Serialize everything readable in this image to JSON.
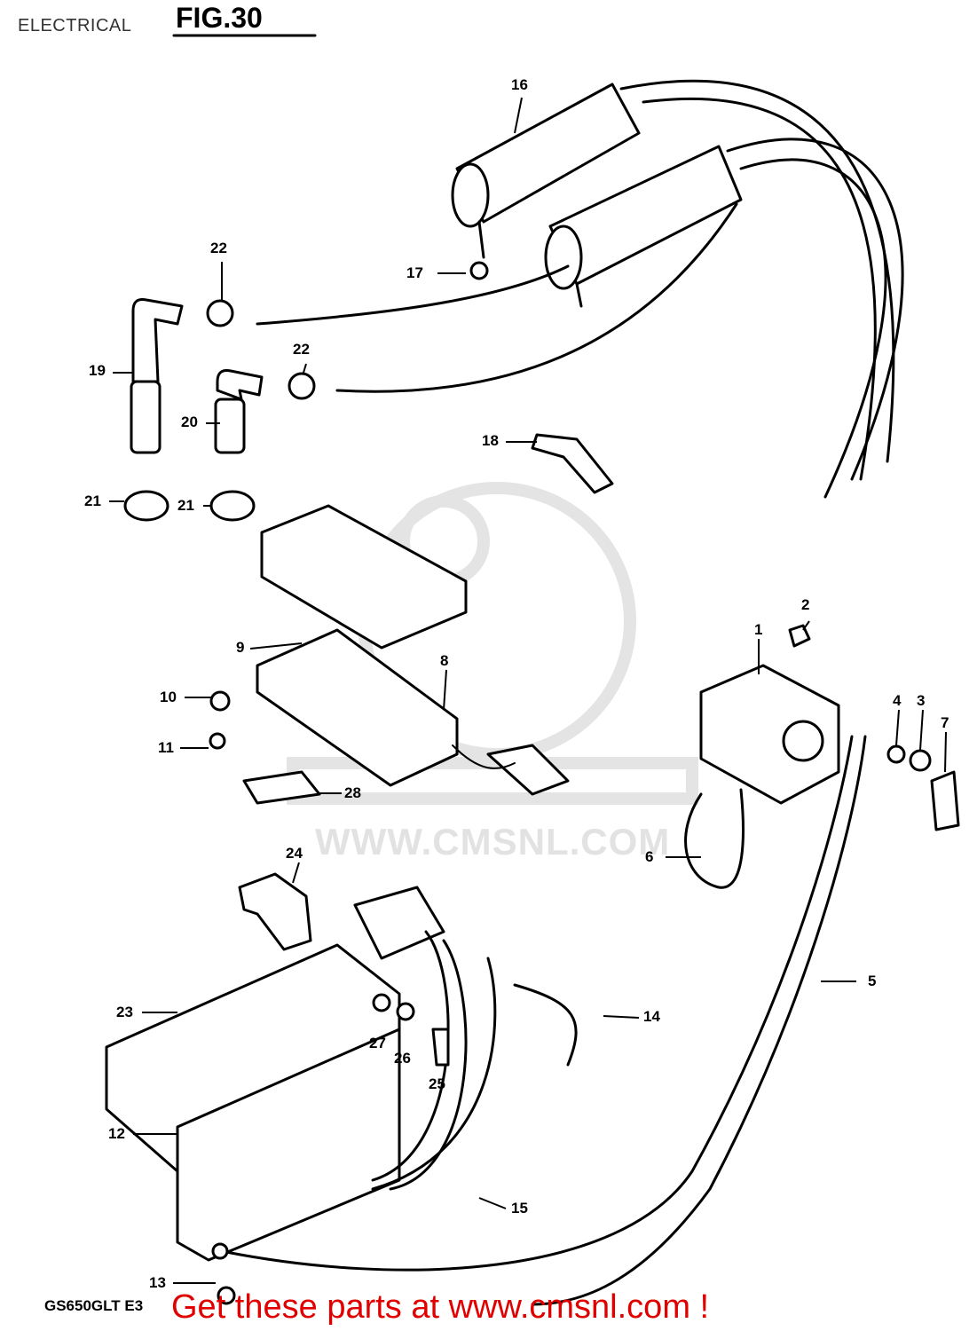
{
  "page": {
    "title": "ELECTRICAL",
    "figure": "FIG.30",
    "diagram_code": "GS650GLT E3",
    "footer_link": "Get these parts at www.cmsnl.com !",
    "watermark": "WWW.CMSNL.COM"
  },
  "callouts": [
    {
      "id": "c1",
      "label": "1"
    },
    {
      "id": "c2",
      "label": "2"
    },
    {
      "id": "c3",
      "label": "3"
    },
    {
      "id": "c4",
      "label": "4"
    },
    {
      "id": "c5",
      "label": "5"
    },
    {
      "id": "c6",
      "label": "6"
    },
    {
      "id": "c7",
      "label": "7"
    },
    {
      "id": "c8",
      "label": "8"
    },
    {
      "id": "c9",
      "label": "9"
    },
    {
      "id": "c10",
      "label": "10"
    },
    {
      "id": "c11",
      "label": "11"
    },
    {
      "id": "c12",
      "label": "12"
    },
    {
      "id": "c13",
      "label": "13"
    },
    {
      "id": "c14",
      "label": "14"
    },
    {
      "id": "c15",
      "label": "15"
    },
    {
      "id": "c16",
      "label": "16"
    },
    {
      "id": "c17",
      "label": "17"
    },
    {
      "id": "c18",
      "label": "18"
    },
    {
      "id": "c19",
      "label": "19"
    },
    {
      "id": "c20",
      "label": "20"
    },
    {
      "id": "c21a",
      "label": "21"
    },
    {
      "id": "c21b",
      "label": "21"
    },
    {
      "id": "c22a",
      "label": "22"
    },
    {
      "id": "c22b",
      "label": "22"
    },
    {
      "id": "c23",
      "label": "23"
    },
    {
      "id": "c24",
      "label": "24"
    },
    {
      "id": "c25",
      "label": "25"
    },
    {
      "id": "c26",
      "label": "26"
    },
    {
      "id": "c27",
      "label": "27"
    },
    {
      "id": "c28",
      "label": "28"
    }
  ]
}
